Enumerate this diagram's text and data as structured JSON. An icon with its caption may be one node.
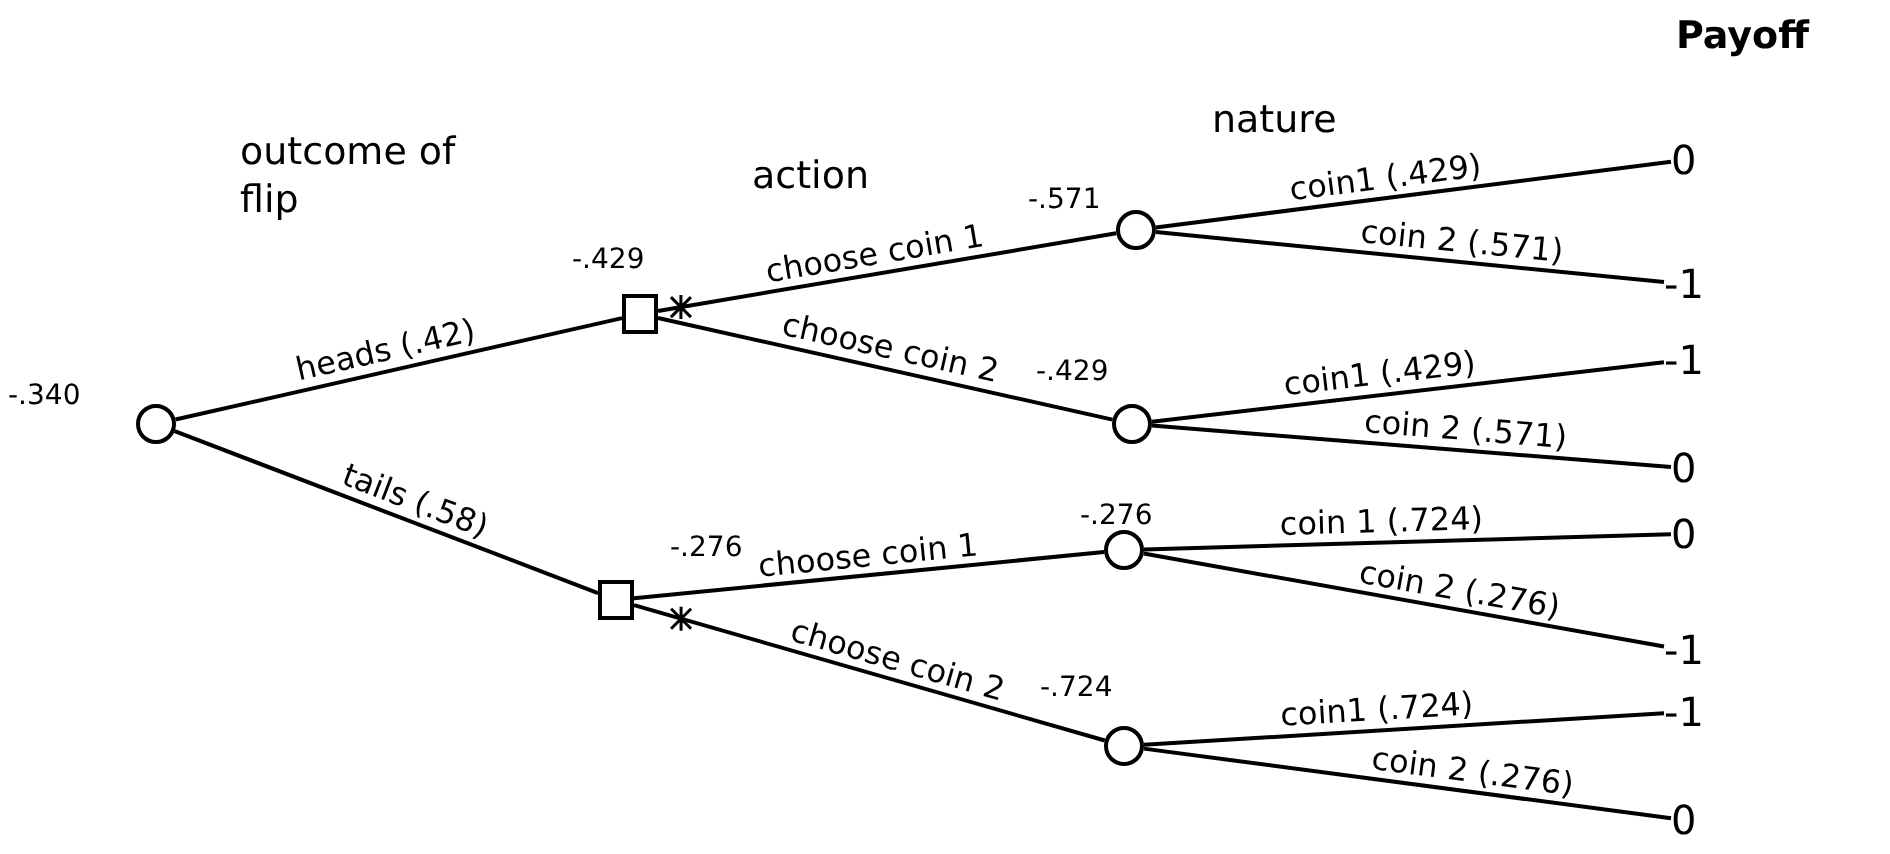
{
  "diagram": {
    "nodes": [
      {
        "text": [],
        "shape": "circle",
        "beside": [
          "-.340"
        ]
      },
      {
        "text": [],
        "shape": "box",
        "beside": [
          "-.429"
        ]
      },
      {
        "text": [],
        "shape": "box",
        "beside": [
          "-.276"
        ]
      },
      {
        "text": [],
        "shape": "circle",
        "beside": [
          "-.571"
        ]
      },
      {
        "text": [],
        "shape": "circle",
        "beside": [
          "-.429"
        ]
      },
      {
        "text": [],
        "shape": "circle",
        "beside": [
          "-.276"
        ]
      },
      {
        "text": [],
        "shape": "circle",
        "beside": [
          "-.724"
        ]
      },
      {
        "text": [
          "0"
        ]
      },
      {
        "text": [
          "-1"
        ]
      },
      {
        "text": [
          "-1"
        ]
      },
      {
        "text": [
          "0"
        ]
      },
      {
        "text": [
          "0"
        ]
      },
      {
        "text": [
          "-1"
        ]
      },
      {
        "text": [
          "-1"
        ]
      },
      {
        "text": [
          "0"
        ]
      }
    ],
    "edges": [
      {
        "from": 0,
        "to": 1,
        "arrow": "none",
        "label": "heads (.42)"
      },
      {
        "from": 0,
        "to": 2,
        "arrow": "none",
        "label": "tails (.58)"
      },
      {
        "from": 1,
        "to": 3,
        "arrow": "none",
        "label": "choose coin 1"
      },
      {
        "from": 1,
        "to": 4,
        "arrow": "none",
        "label": "choose coin 2"
      },
      {
        "from": 2,
        "to": 5,
        "arrow": "none",
        "label": "choose coin 1"
      },
      {
        "from": 2,
        "to": 6,
        "arrow": "none",
        "label": "choose coin 2"
      },
      {
        "from": 3,
        "to": 7,
        "arrow": "none",
        "label": "coin1 (.429)"
      },
      {
        "from": 3,
        "to": 8,
        "arrow": "none",
        "label": "coin 2 (.571)"
      },
      {
        "from": 4,
        "to": 9,
        "arrow": "none",
        "label": "coin1 (.429)"
      },
      {
        "from": 4,
        "to": 10,
        "arrow": "none",
        "label": "coin 2 (.571)"
      },
      {
        "from": 5,
        "to": 11,
        "arrow": "none",
        "label": "coin 1 (.724)"
      },
      {
        "from": 5,
        "to": 12,
        "arrow": "none",
        "label": "coin 2 (.276)"
      },
      {
        "from": 6,
        "to": 13,
        "arrow": "none",
        "label": "coin1 (.724)"
      },
      {
        "from": 6,
        "to": 14,
        "arrow": "none",
        "label": "coin 2 (.276)"
      }
    ],
    "labels": [
      "Payoff",
      "outcome of flip",
      "action",
      "nature"
    ]
  }
}
